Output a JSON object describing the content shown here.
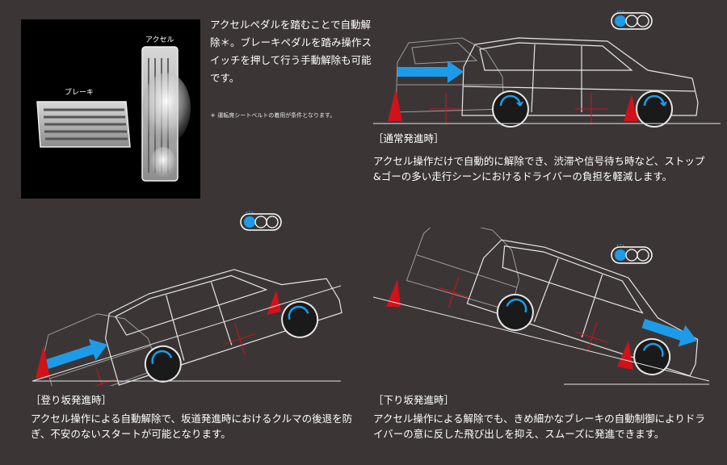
{
  "pedal": {
    "brake_label": "ブレーキ",
    "accel_label": "アクセル",
    "description": "アクセルペダルを踏むことで自動解除＊。ブレーキペダルを踏み操作スイッチを押して行う手動解除も可能です。",
    "note": "＊ 運転席シートベルトの着用が条件となります。"
  },
  "scenes": {
    "normal": {
      "title": "［通常発進時］",
      "body": "アクセル操作だけで自動的に解除でき、渋滞や信号待ち時など、ストップ&ゴーの多い走行シーンにおけるドライバーの負担を軽減します。"
    },
    "uphill": {
      "title": "［登り坂発進時］",
      "body": "アクセル操作による自動解除で、坂道発進時におけるクルマの後退を防ぎ、不安のないスタートが可能となります。"
    },
    "downhill": {
      "title": "［下り坂発進時］",
      "body": "アクセル操作による解除でも、きめ細かなブレーキの自動制御によりドライバーの意に反した飛び出しを抑え、スムーズに発進できます。"
    }
  },
  "colors": {
    "background": "#3b3635",
    "accent_blue": "#1e9be8",
    "wheel_chock_red": "#d0121b",
    "line_white": "#e6e6e6"
  }
}
